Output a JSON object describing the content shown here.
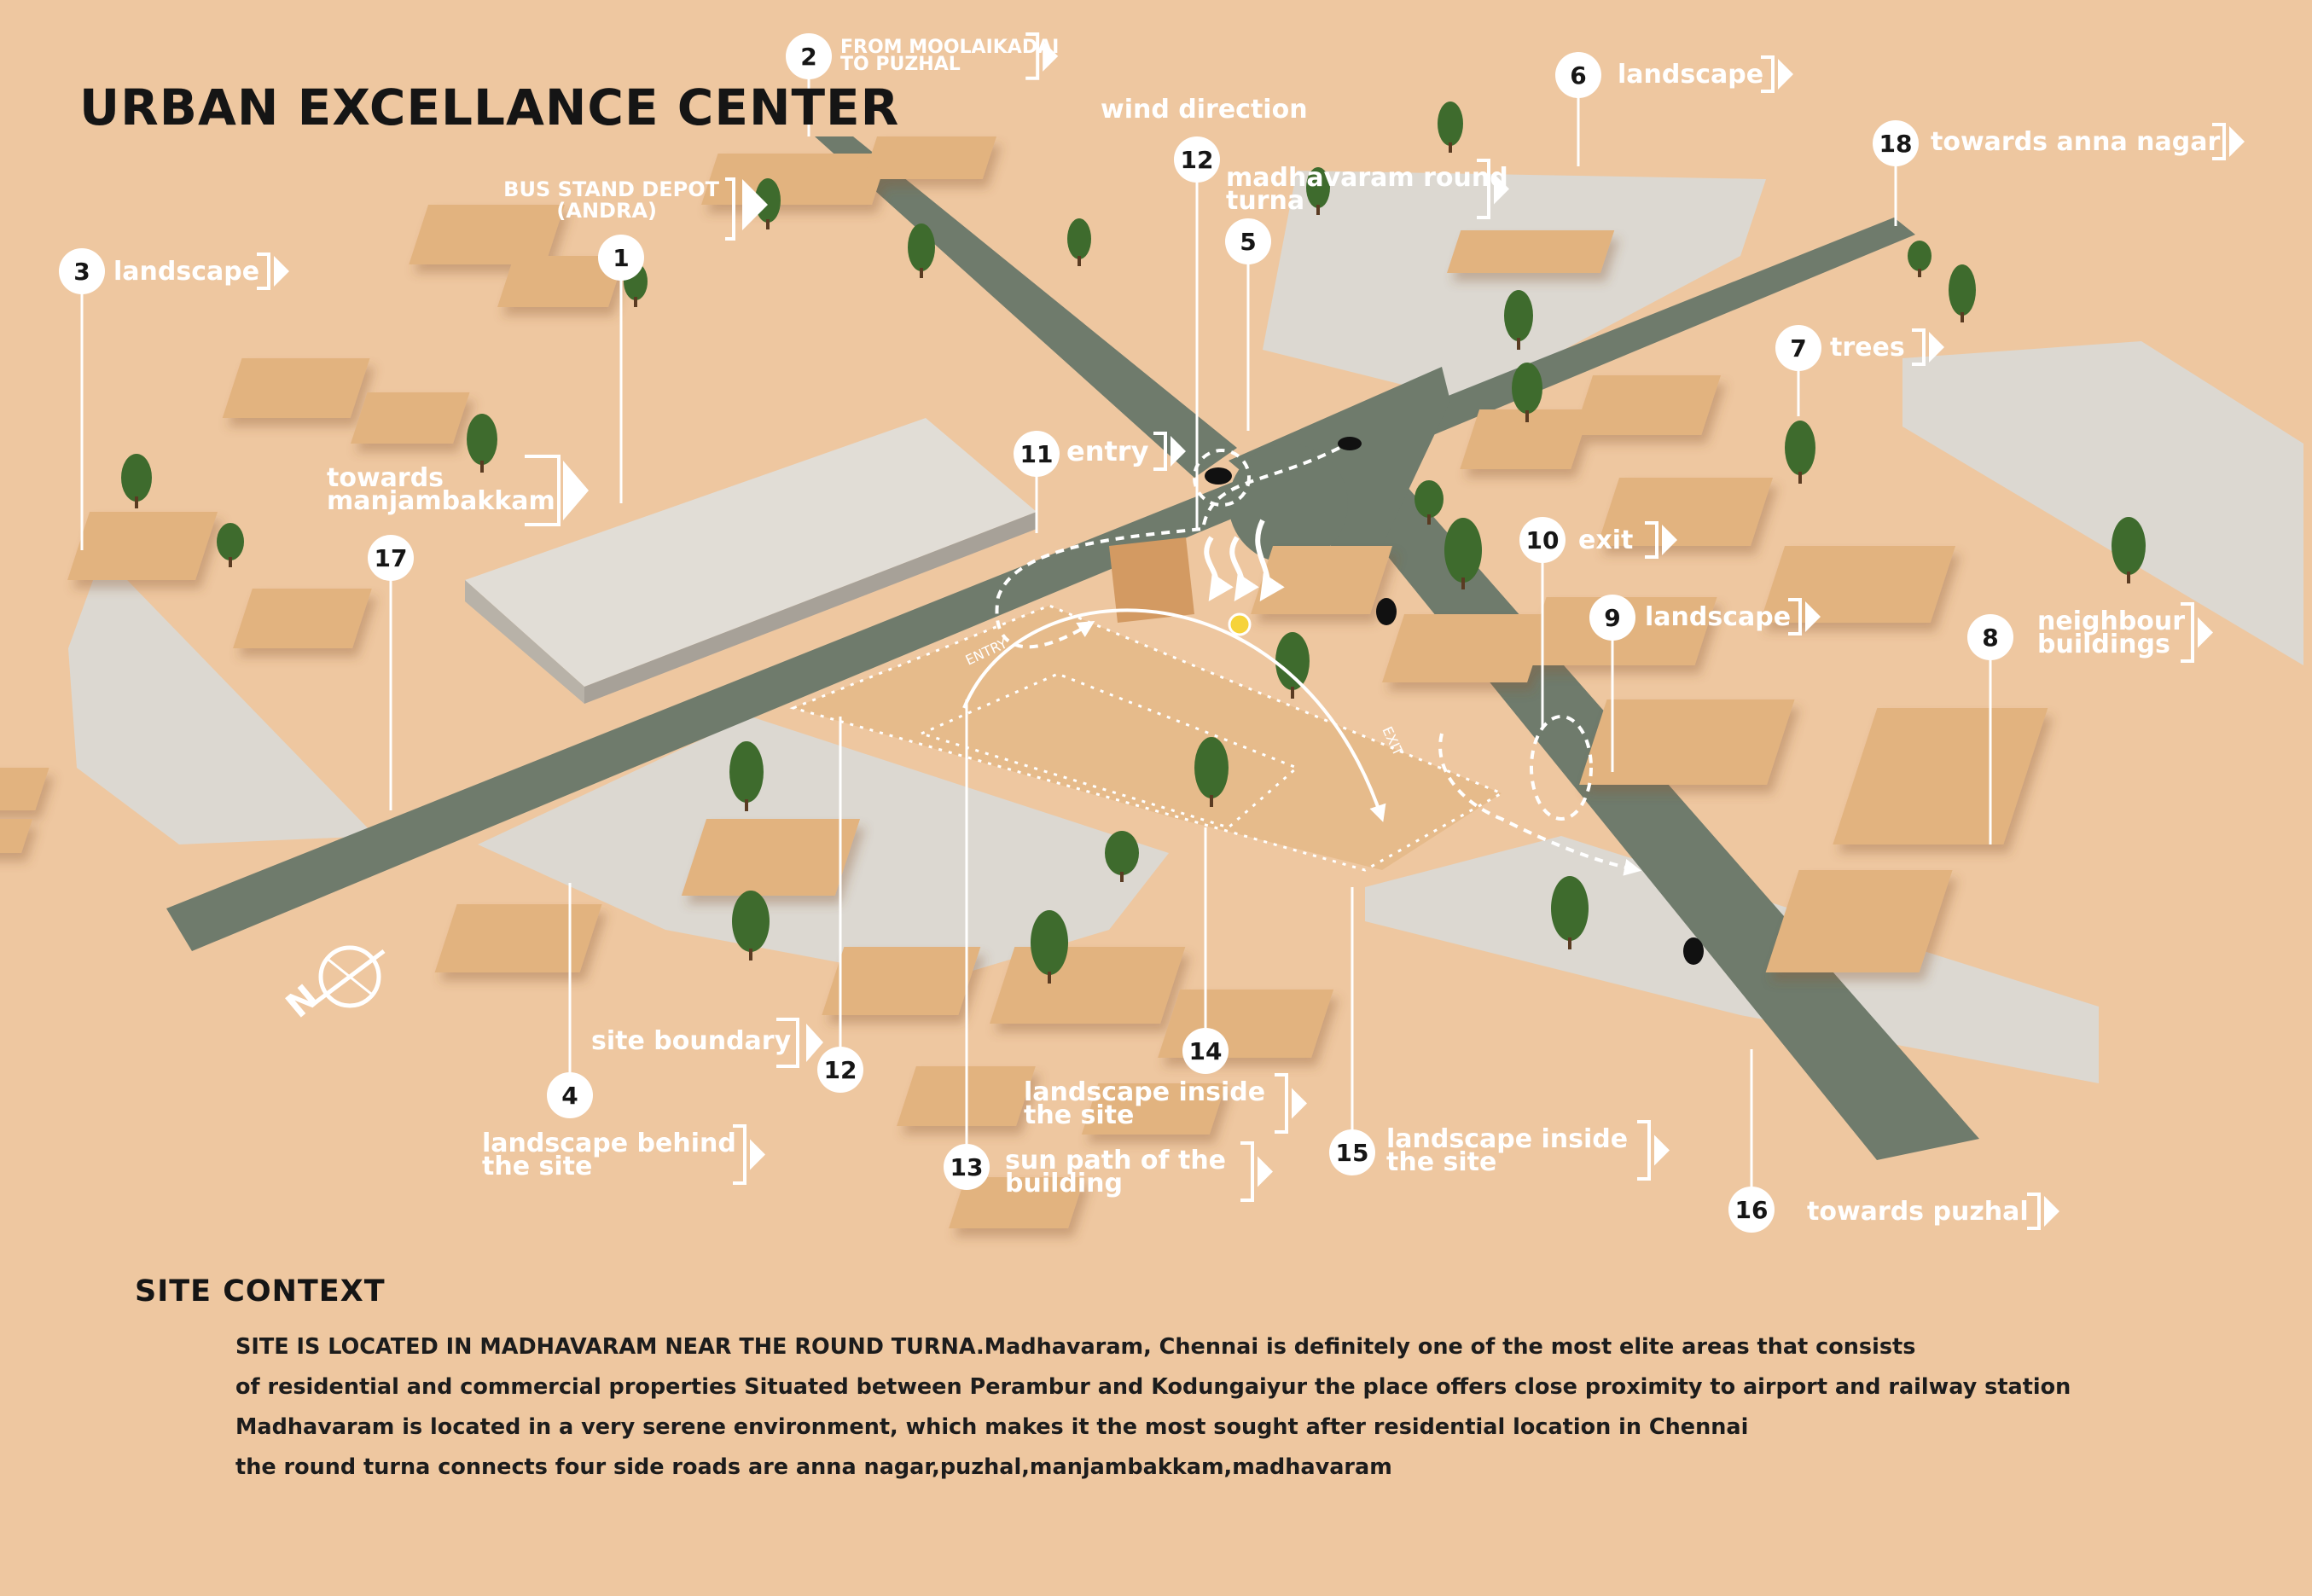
{
  "title": "URBAN EXCELLANCE CENTER",
  "site_context": {
    "heading": "SITE CONTEXT",
    "lines": [
      "SITE IS LOCATED IN MADHAVARAM NEAR THE ROUND TURNA.Madhavaram, Chennai is definitely one of the most elite areas that consists",
      "of residential and commercial properties  Situated between Perambur and Kodungaiyur the place offers close proximity to airport and railway station",
      "Madhavaram is located in a very serene environment, which makes it the most sought after residential location in Chennai",
      "the round turna connects four side roads are anna nagar,puzhal,manjambakkam,madhavaram"
    ]
  },
  "labels": [
    {
      "num": "1",
      "lines": []
    },
    {
      "num": "2",
      "lines": [
        "FROM MOOLAIKADAI",
        "TO PUZHAL"
      ]
    },
    {
      "num": "3",
      "lines": [
        "landscape"
      ]
    },
    {
      "num": "4",
      "lines": [
        "landscape behind",
        "the site"
      ]
    },
    {
      "num": "5",
      "lines": []
    },
    {
      "num": "6",
      "lines": [
        "landscape"
      ]
    },
    {
      "num": "7",
      "lines": [
        "trees"
      ]
    },
    {
      "num": "8",
      "lines": [
        "neighbour",
        "buildings"
      ]
    },
    {
      "num": "9",
      "lines": [
        "landscape"
      ]
    },
    {
      "num": "10",
      "lines": [
        "exit"
      ]
    },
    {
      "num": "11",
      "lines": [
        "entry"
      ]
    },
    {
      "num": "12",
      "lines": [
        "madhavaram round",
        "turna"
      ]
    },
    {
      "num": "12",
      "lines": []
    },
    {
      "num": "13",
      "lines": [
        "sun path of the",
        "building"
      ]
    },
    {
      "num": "14",
      "lines": [
        "landscape inside",
        "the site"
      ]
    },
    {
      "num": "15",
      "lines": [
        "landscape inside",
        "the site"
      ]
    },
    {
      "num": "16",
      "lines": [
        "towards puzhal"
      ]
    },
    {
      "num": "17",
      "lines": []
    },
    {
      "num": "18",
      "lines": [
        "towards anna nagar"
      ]
    }
  ],
  "free_labels": {
    "bus_stand": [
      "BUS STAND DEPOT",
      "(ANDRA)"
    ],
    "manjambakkam": [
      "towards",
      "manjambakkam"
    ],
    "site_boundary": "site boundary",
    "wind_direction": "wind direction",
    "entry_arrow": "ENTRY",
    "exit_arrow": "EXIT",
    "compass": "N"
  },
  "colors": {
    "background": "#eec7a0",
    "block_top": "#e2b37f",
    "block_side": "#c98d56",
    "road": "#6d7a6a",
    "paved": "#d9d4cc",
    "tree": "#3e6b2d",
    "label": "#ffffff",
    "number_text": "#161616"
  }
}
